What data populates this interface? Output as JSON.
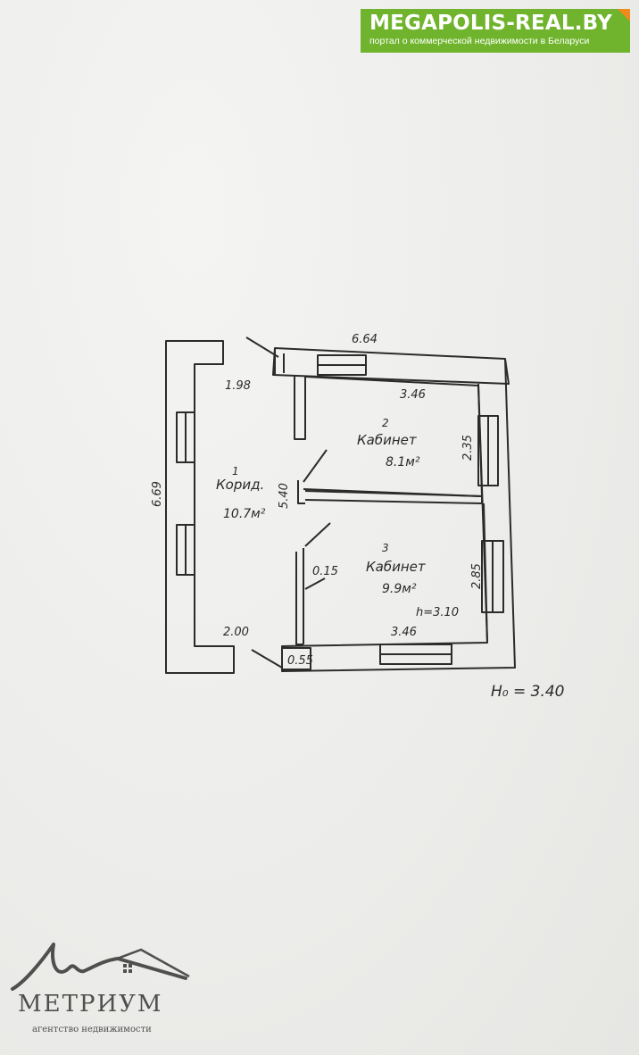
{
  "banner": {
    "title": "MEGAPOLIS-REAL.BY",
    "subtitle": "портал о коммерческой недвижимости в Беларуси",
    "color": "#6fb42c",
    "corner_color": "#f08a1c"
  },
  "plan": {
    "overall_width": "6.64",
    "overall_height": "6.69",
    "dims": {
      "d198": "1.98",
      "d346_top": "3.46",
      "d235": "2.35",
      "d540": "5.40",
      "d015": "0.15",
      "d285": "2.85",
      "d310": "h=3.10",
      "d200": "2.00",
      "d346_bottom": "3.46",
      "d055": "0.55"
    },
    "rooms": [
      {
        "number": "1",
        "name": "Корид.",
        "area": "10.7м²"
      },
      {
        "number": "2",
        "name": "Кабинет",
        "area": "8.1м²"
      },
      {
        "number": "3",
        "name": "Кабинет",
        "area": "9.9м²"
      }
    ],
    "ceiling_height": "Н₀ = 3.40"
  },
  "logo": {
    "name": "МЕТРИУМ",
    "subtitle": "агентство недвижимости",
    "color": "#4f4f4f"
  }
}
